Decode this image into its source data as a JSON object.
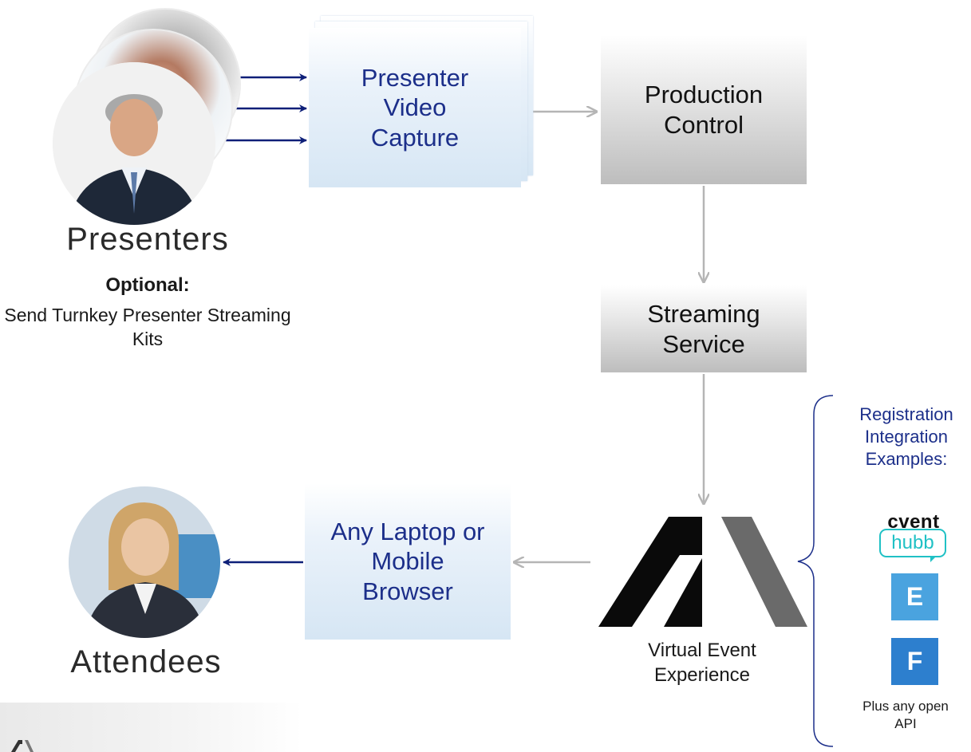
{
  "presenter_capture": {
    "label": "Presenter Video Capture"
  },
  "production_control": {
    "label": "Production Control"
  },
  "streaming_service": {
    "label": "Streaming Service"
  },
  "presenters": {
    "title": "Presenters",
    "optional_label": "Optional:",
    "optional_text": "Send Turnkey Presenter Streaming Kits"
  },
  "attendees": {
    "title": "Attendees"
  },
  "browser": {
    "label": "Any Laptop or Mobile Browser"
  },
  "platform": {
    "caption": "Virtual Event Experience"
  },
  "registration": {
    "heading": "Registration Integration Examples:",
    "cvent": "cvent",
    "hubb": "hubb",
    "e_letter": "E",
    "f_letter": "F",
    "footer": "Plus any open API"
  },
  "colors": {
    "arrow_blue": "#0d1f78",
    "arrow_grey": "#b5b5b5",
    "registration_blue": "#1c2f8a",
    "hubb_teal": "#20c1c5",
    "eventbrite_blue": "#4aa3df",
    "f_blue": "#2d7fce"
  }
}
